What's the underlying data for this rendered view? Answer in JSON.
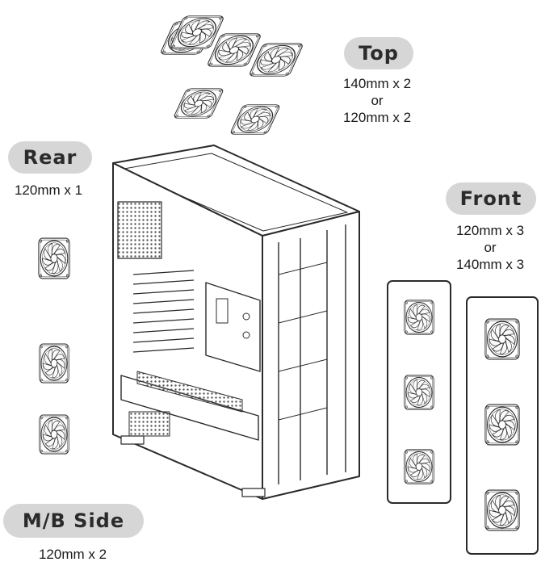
{
  "labels": {
    "top": {
      "title": "Top",
      "lines": [
        "140mm x 2",
        "or",
        "120mm x 2"
      ]
    },
    "rear": {
      "title": "Rear",
      "lines": [
        "120mm x 1"
      ]
    },
    "front": {
      "title": "Front",
      "lines": [
        "120mm x 3",
        "or",
        "140mm x 3"
      ]
    },
    "mb": {
      "title": "M/B Side",
      "lines": [
        "120mm x 2"
      ]
    }
  },
  "colors": {
    "line": "#2a2a2a",
    "pill": "#d6d6d6",
    "mesh": "#555555"
  },
  "icons": [
    "fan-icon",
    "pc-case-icon"
  ]
}
